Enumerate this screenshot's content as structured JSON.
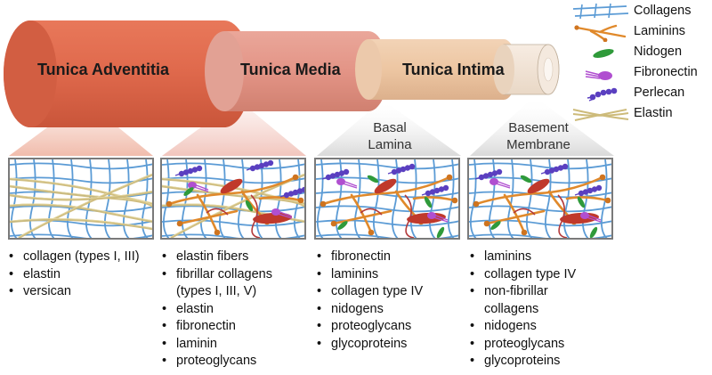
{
  "layers": [
    {
      "name": "Tunica Adventitia"
    },
    {
      "name": "Tunica Media"
    },
    {
      "name": "Tunica Intima"
    }
  ],
  "sublabels": {
    "basal_lamina": "Basal\nLamina",
    "basement_membrane": "Basement\nMembrane"
  },
  "legend": [
    {
      "label": "Collagens",
      "icon": "collagen-icon"
    },
    {
      "label": "Laminins",
      "icon": "laminin-icon"
    },
    {
      "label": "Nidogen",
      "icon": "nidogen-icon"
    },
    {
      "label": "Fibronectin",
      "icon": "fibronectin-icon"
    },
    {
      "label": "Perlecan",
      "icon": "perlecan-icon"
    },
    {
      "label": "Elastin",
      "icon": "elastin-icon"
    }
  ],
  "lists": {
    "adventitia": [
      "collagen (types I, III)",
      "elastin",
      "versican"
    ],
    "media": [
      "elastin fibers",
      "fibrillar collagens",
      "(types I, III, V)",
      "elastin",
      "fibronectin",
      "laminin",
      "proteoglycans"
    ],
    "basal_lamina": [
      "fibronectin",
      "laminins",
      "collagen type IV",
      "nidogens",
      "proteoglycans",
      "glycoproteins"
    ],
    "basement_membrane": [
      "laminins",
      "collagen type IV",
      "non-fibrillar",
      "collagens",
      "nidogens",
      "proteoglycans",
      "glycoproteins"
    ]
  },
  "colors": {
    "adventitia": "#e0684c",
    "media": "#e59a8e",
    "intima": "#ecc7a6",
    "collagen": "#5b9bd5",
    "laminin": "#e0892b",
    "nidogen": "#2f9a3a",
    "fibronectin": "#b04fd0",
    "perlecan": "#5a3fc0",
    "elastin": "#cdbb7a",
    "red_fiber": "#c0392b"
  }
}
